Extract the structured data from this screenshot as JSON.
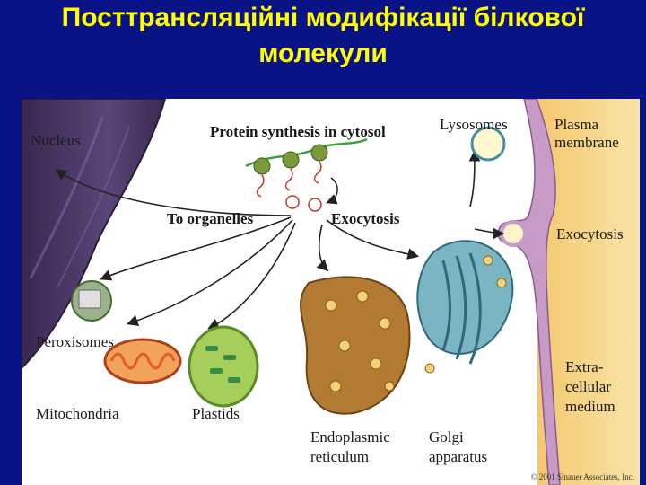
{
  "slide": {
    "title_line1": "Посттрансляційні модифікації білкової",
    "title_line2": "молекули"
  },
  "figure": {
    "labels": {
      "nucleus": "Nucleus",
      "protein_synthesis": "Protein synthesis in cytosol",
      "to_organelles": "To organelles",
      "exocytosis_center": "Exocytosis",
      "lysosomes": "Lysosomes",
      "plasma_membrane_1": "Plasma",
      "plasma_membrane_2": "membrane",
      "exocytosis_right": "Exocytosis",
      "peroxisomes": "Peroxisomes",
      "mitochondria": "Mitochondria",
      "plastids": "Plastids",
      "er_1": "Endoplasmic",
      "er_2": "reticulum",
      "golgi_1": "Golgi",
      "golgi_2": "apparatus",
      "ecm_1": "Extra-",
      "ecm_2": "cellular",
      "ecm_3": "medium"
    },
    "credit": "© 2001 Sinauer Associates, Inc."
  },
  "colors": {
    "background": "#0a1386",
    "title": "#ffff00",
    "nucleus": "#4a3566",
    "membrane": "#c79bc6",
    "extracellular": "#f7cf7c",
    "er": "#b27a33",
    "golgi": "#5a9fb0",
    "plastid": "#8cc04a",
    "mitochondrion": "#e45a2e"
  }
}
